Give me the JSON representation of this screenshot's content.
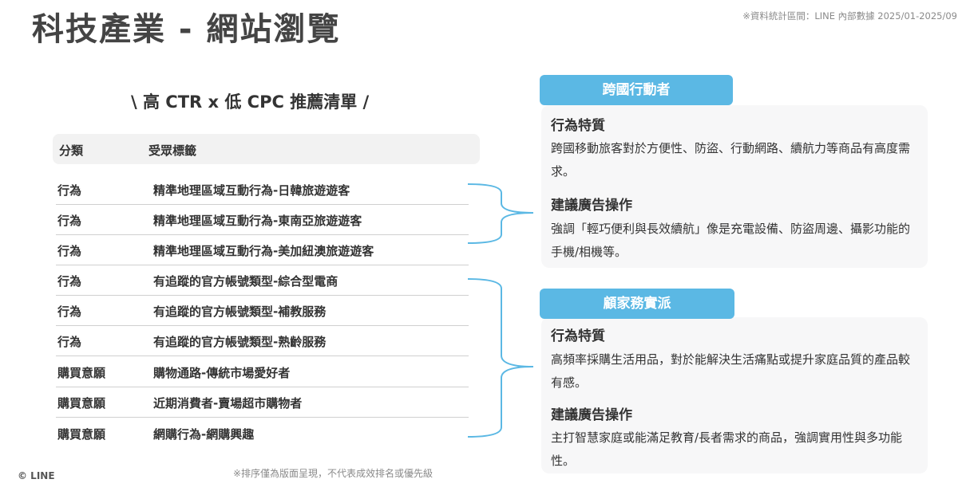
{
  "header": {
    "title": "科技產業 - 網站瀏覽",
    "source": "※資料統計區間：LINE 內部數據 2025/01-2025/09"
  },
  "list": {
    "subtitle": "\\ 高 CTR x 低 CPC 推薦清單 /",
    "columns": [
      "分類",
      "受眾標籤"
    ],
    "rows": [
      {
        "category": "行為",
        "tag": "精準地理區域互動行為-日韓旅遊遊客"
      },
      {
        "category": "行為",
        "tag": "精準地理區域互動行為-東南亞旅遊遊客"
      },
      {
        "category": "行為",
        "tag": "精準地理區域互動行為-美加紐澳旅遊遊客"
      },
      {
        "category": "行為",
        "tag": "有追蹤的官方帳號類型-綜合型電商"
      },
      {
        "category": "行為",
        "tag": "有追蹤的官方帳號類型-補教服務"
      },
      {
        "category": "行為",
        "tag": "有追蹤的官方帳號類型-熟齡服務"
      },
      {
        "category": "購買意願",
        "tag": "購物通路-傳統市場愛好者"
      },
      {
        "category": "購買意願",
        "tag": "近期消費者-賣場超市購物者"
      },
      {
        "category": "購買意願",
        "tag": "網購行為-網購興趣"
      }
    ]
  },
  "segments": [
    {
      "name": "跨國行動者",
      "trait_heading": "行為特質",
      "trait_text": "跨國移動旅客對於方便性、防盜、行動網路、續航力等商品有高度需求。",
      "advice_heading": "建議廣告操作",
      "advice_text": "強調「輕巧便利與長效續航」像是充電設備、防盜周邊、攝影功能的手機/相機等。"
    },
    {
      "name": "顧家務實派",
      "trait_heading": "行為特質",
      "trait_text": "高頻率採購生活用品，對於能解決生活痛點或提升家庭品質的產品較有感。",
      "advice_heading": "建議廣告操作",
      "advice_text": "主打智慧家庭或能滿足教育/長者需求的商品，強調實用性與多功能性。"
    }
  ],
  "footer": {
    "logo": "© LINE",
    "note": "※排序僅為版面呈現，不代表成效排名或優先級"
  },
  "colors": {
    "accent": "#5bb8e4",
    "card_bg": "#f7f7f8",
    "header_bg": "#f2f2f2"
  }
}
